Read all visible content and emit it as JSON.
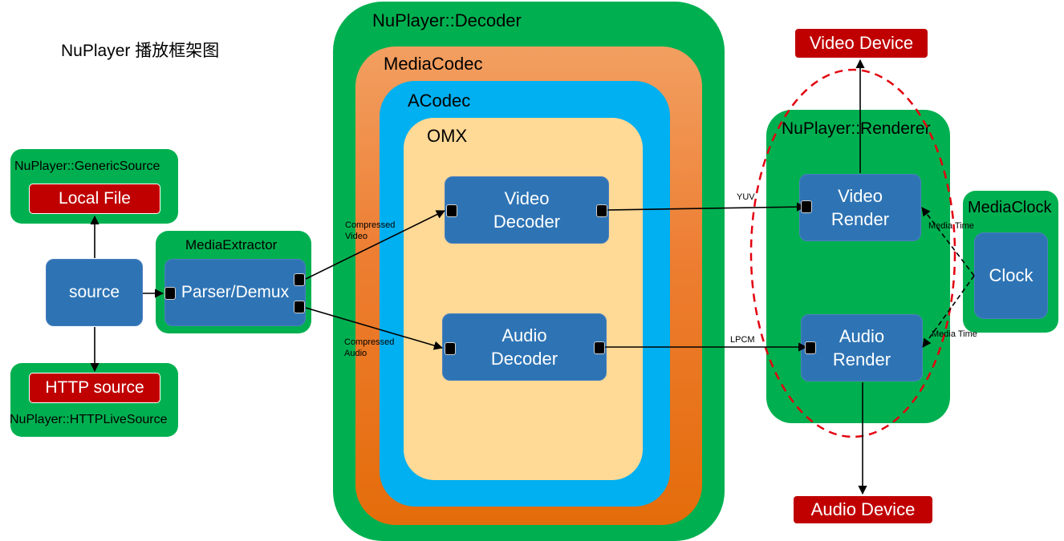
{
  "title": "NuPlayer 播放框架图",
  "containers": {
    "decoder": "NuPlayer::Decoder",
    "mediacodec": "MediaCodec",
    "acodec": "ACodec",
    "omx": "OMX",
    "renderer": "NuPlayer::Renderer",
    "generic_source": "NuPlayer::GenericSource",
    "httplive_source": "NuPlayer::HTTPLiveSource",
    "media_extractor": "MediaExtractor",
    "media_clock": "MediaClock"
  },
  "nodes": {
    "local_file": "Local File",
    "http_source": "HTTP source",
    "source": "source",
    "parser_demux": "Parser/Demux",
    "video_decoder_line1": "Video",
    "video_decoder_line2": "Decoder",
    "audio_decoder_line1": "Audio",
    "audio_decoder_line2": "Decoder",
    "video_render_line1": "Video",
    "video_render_line2": "Render",
    "audio_render_line1": "Audio",
    "audio_render_line2": "Render",
    "clock": "Clock",
    "video_device": "Video Device",
    "audio_device": "Audio Device"
  },
  "edge_labels": {
    "compressed_video_line1": "Compressed",
    "compressed_video_line2": "Video",
    "compressed_audio_line1": "Compressed",
    "compressed_audio_line2": "Audio",
    "yuv": "YUV",
    "lpcm": "LPCM",
    "media_time_video": "Media Time",
    "media_time_audio": "Media Time"
  },
  "colors": {
    "green": "#00b050",
    "orange": "#ed7d31",
    "cyan": "#00b0f0",
    "omx_fill": "#ffd996",
    "node_blue": "#2e74b5",
    "device_red": "#c00000",
    "dashed_ellipse": "#e3000f"
  }
}
